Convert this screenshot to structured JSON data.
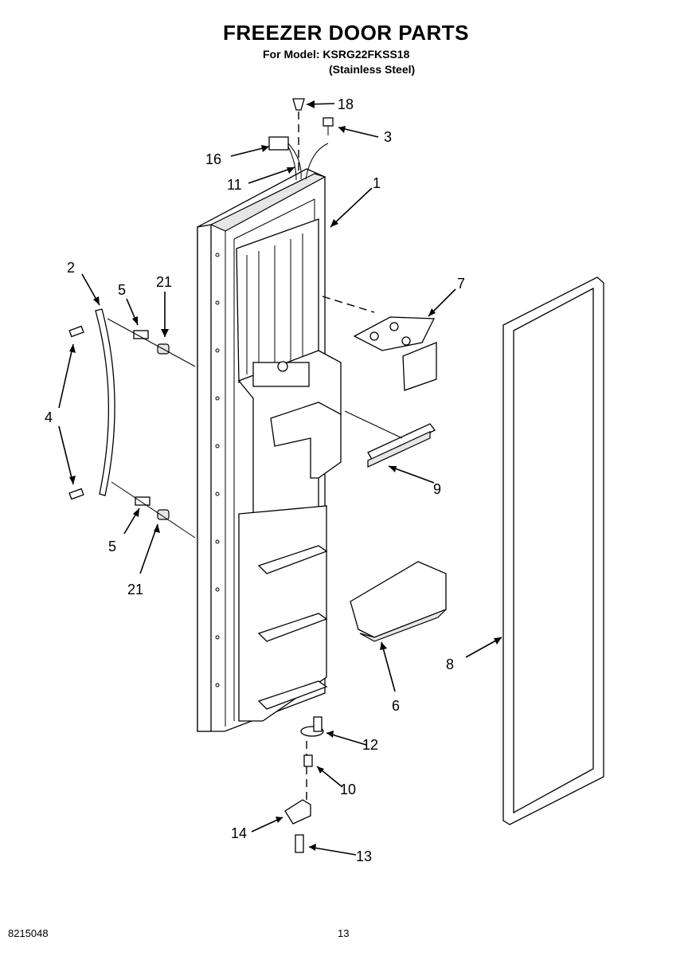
{
  "header": {
    "title": "FREEZER DOOR PARTS",
    "model_line": "For Model: KSRG22FKSS18",
    "finish_line": "(Stainless Steel)"
  },
  "callouts": {
    "c1": "1",
    "c2": "2",
    "c3": "3",
    "c4": "4",
    "c5a": "5",
    "c5b": "5",
    "c6": "6",
    "c7": "7",
    "c8": "8",
    "c9": "9",
    "c10": "10",
    "c11": "11",
    "c12": "12",
    "c13": "13",
    "c14": "14",
    "c16": "16",
    "c18": "18",
    "c21a": "21",
    "c21b": "21"
  },
  "footer": {
    "doc_number": "8215048",
    "page_number": "13"
  }
}
